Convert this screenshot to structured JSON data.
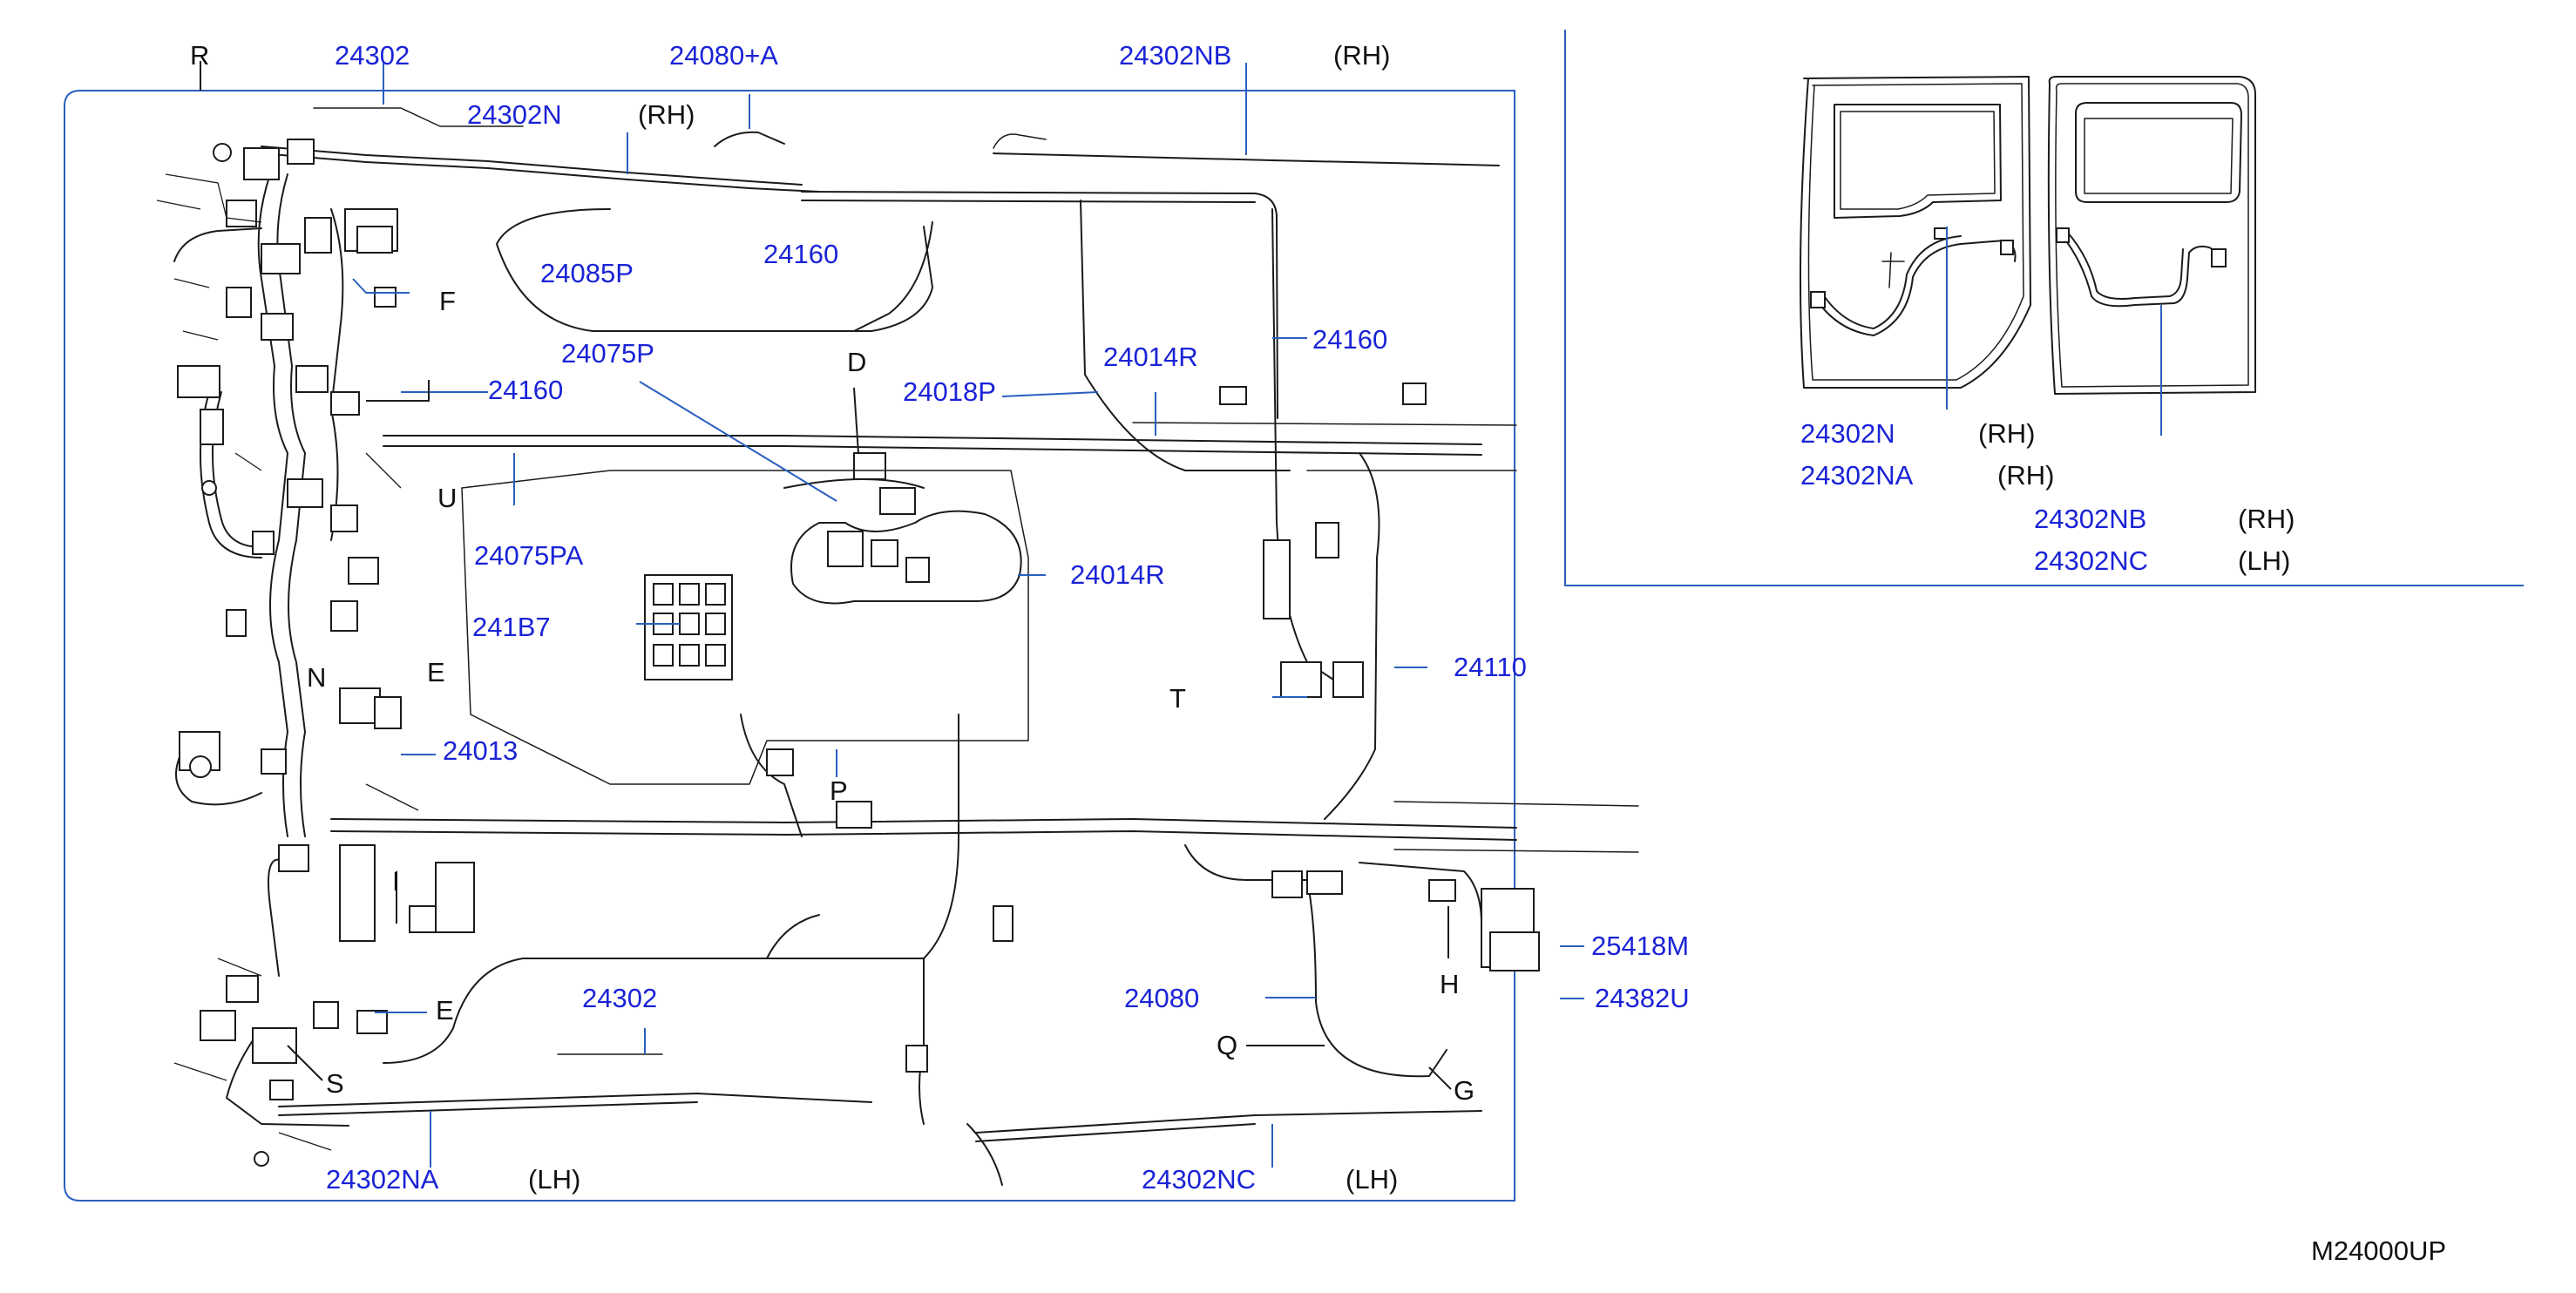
{
  "diagram": {
    "figure_id": "M24000UP",
    "callouts": {
      "R": "R",
      "D": "D",
      "F": "F",
      "U": "U",
      "N": "N",
      "E_mid": "E",
      "T": "T",
      "P": "P",
      "I": "I",
      "E": "E",
      "S": "S",
      "H": "H",
      "Q": "Q",
      "G": "G"
    },
    "parts": {
      "p24302_top": "24302",
      "p24080A": "24080+A",
      "p24302NB_top": "24302NB",
      "rh_nb_top": "(RH)",
      "p24302N_top": "24302N",
      "rh_n_top": "(RH)",
      "p24085P": "24085P",
      "p24160_a": "24160",
      "p24160_b": "24160",
      "p24160_c": "24160",
      "p24075P": "24075P",
      "p24018P": "24018P",
      "p24014R_a": "24014R",
      "p24014R_b": "24014R",
      "p24075PA": "24075PA",
      "p241B7": "241B7",
      "p24013": "24013",
      "p24110": "24110",
      "p24302_bottom": "24302",
      "p24302NA_bottom": "24302NA",
      "lh_na_bottom": "(LH)",
      "p24302NC_bottom": "24302NC",
      "lh_nc_bottom": "(LH)",
      "p24080": "24080",
      "p25418M": "25418M",
      "p24382U": "24382U"
    },
    "inset": {
      "p24302N": "24302N",
      "rh_n": "(RH)",
      "p24302NA": "24302NA",
      "rh_na": "(RH)",
      "p24302NB": "24302NB",
      "rh_nb": "(RH)",
      "p24302NC": "24302NC",
      "lh_nc": "(LH)"
    },
    "colors": {
      "part_number": "#1a23d6",
      "callout": "#111111",
      "frame": "#2a5fbf"
    }
  }
}
